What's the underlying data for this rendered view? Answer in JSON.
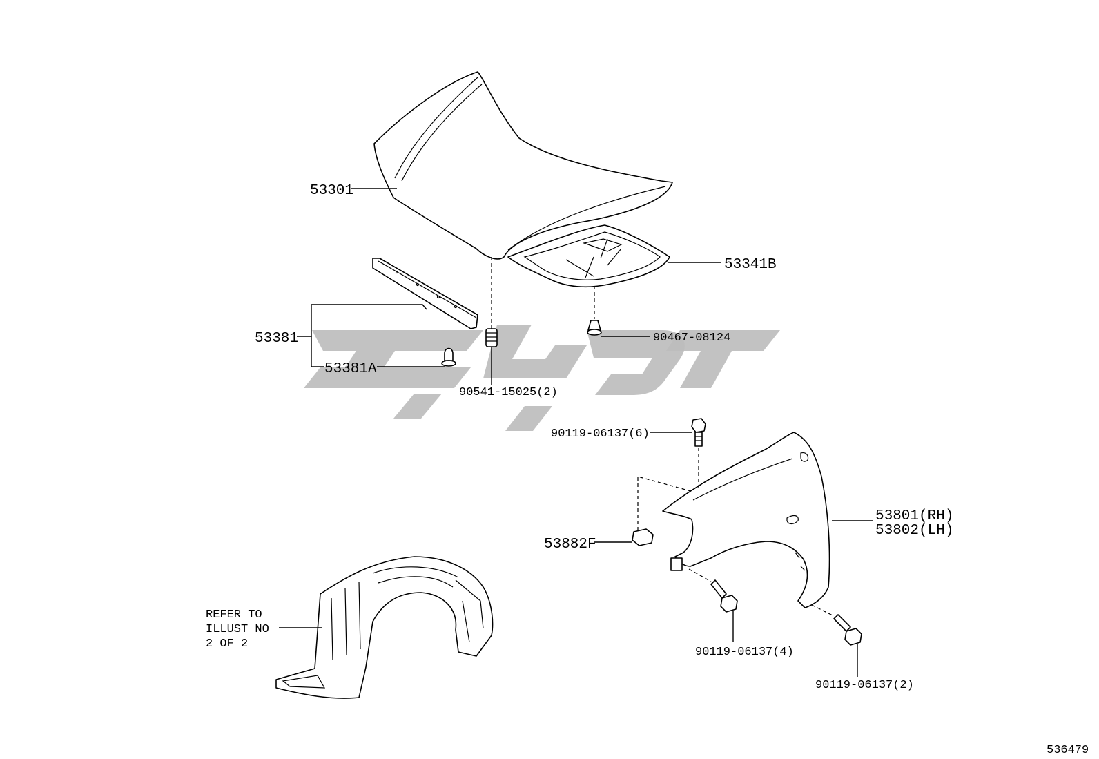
{
  "callouts": {
    "hood": "53301",
    "hood_insulator": "53341B",
    "hood_seal": "53381",
    "seal_clip": "53381A",
    "cushion": "90541-15025(2)",
    "insulator_clip": "90467-08124",
    "fender_bolt_top": "90119-06137(6)",
    "fender_rh": "53801(RH)",
    "fender_lh": "53802(LH)",
    "fender_nut": "53882F",
    "fender_bolt_mid": "90119-06137(4)",
    "fender_bolt_low": "90119-06137(2)"
  },
  "refer_note": [
    "REFER TO",
    "ILLUST NO",
    "2 OF 2"
  ],
  "illustration_number": "536479",
  "watermark": {
    "color": "#bdbdbd"
  }
}
